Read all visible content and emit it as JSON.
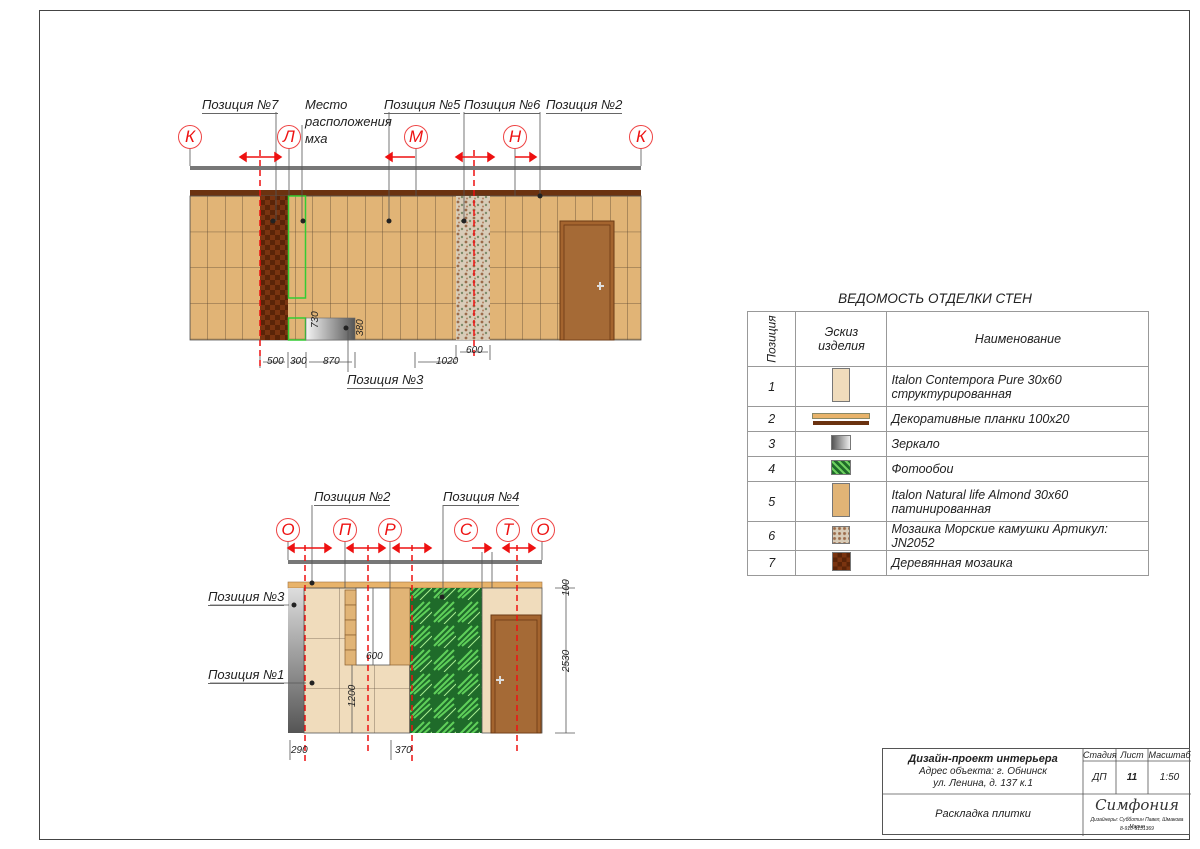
{
  "elevation_1": {
    "labels": {
      "pos7": "Позиция №7",
      "moss": "Место расположения мха",
      "moss_l1": "Место",
      "moss_l2": "расположения",
      "moss_l3": "мха",
      "pos5": "Позиция №5",
      "pos6": "Позиция №6",
      "pos2": "Позиция №2",
      "pos3": "Позиция №3"
    },
    "markers": [
      "К",
      "Л",
      "М",
      "Н",
      "К"
    ],
    "dimensions": {
      "d500": "500",
      "d300": "300",
      "d870": "870",
      "d1020": "1020",
      "d600": "600",
      "d730": "730",
      "d380": "380"
    }
  },
  "elevation_2": {
    "labels": {
      "pos2": "Позиция №2",
      "pos4": "Позиция №4",
      "pos3": "Позиция №3",
      "pos1": "Позиция №1"
    },
    "markers": [
      "О",
      "П",
      "Р",
      "С",
      "Т",
      "О"
    ],
    "dimensions": {
      "d600": "600",
      "d1200": "1200",
      "d2530": "2530",
      "d100": "100",
      "d290": "290",
      "d370": "370"
    }
  },
  "schedule": {
    "title": "ВЕДОМОСТЬ ОТДЕЛКИ СТЕН",
    "headers": {
      "position": "Позиция",
      "sketch": "Эскиз изделия",
      "name": "Наименование"
    },
    "rows": [
      {
        "pos": "1",
        "name": "Italon Contempora Pure 30x60 структурированная",
        "l1": "Italon Contempora Pure 30x60",
        "l2": "структурированная",
        "color": "#f0dcbc"
      },
      {
        "pos": "2",
        "name": "Декоративные планки 100x20",
        "color": "#e8b36a"
      },
      {
        "pos": "3",
        "name": "Зеркало",
        "color": "#999999"
      },
      {
        "pos": "4",
        "name": "Фотообои",
        "color": "#2e9a3a"
      },
      {
        "pos": "5",
        "name": "Italon Natural life Almond 30x60 патинированная",
        "l1": "Italon Natural life Almond 30x60",
        "l2": "патинированная",
        "color": "#e1b476"
      },
      {
        "pos": "6",
        "name": "Мозаика Морские камушки Артикул: JN2052",
        "color": "#c9b9a0"
      },
      {
        "pos": "7",
        "name": "Деревянная мозаика",
        "color": "#7a3410"
      }
    ]
  },
  "title_block": {
    "project": "Дизайн-проект интерьера",
    "address_1": "Адрес объекта: г. Обнинск",
    "address_2": "ул. Ленина, д. 137 к.1",
    "stage_label": "Стадия",
    "sheet_label": "Лист",
    "scale_label": "Масштаб",
    "stage": "ДП",
    "sheet": "11",
    "scale": "1:50",
    "sheet_title": "Раскладка плитки",
    "logo_text": "Симфония",
    "designers": "Дизайнеры: Субботин Павел, Шмакова Мария",
    "phone": "8-910-9131369"
  }
}
